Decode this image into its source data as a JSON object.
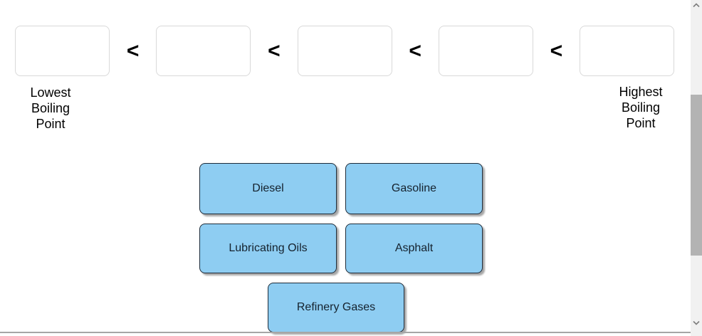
{
  "exercise": {
    "separator": "<",
    "slots": [
      "",
      "",
      "",
      "",
      ""
    ],
    "lowest_label": {
      "lines": [
        "Lowest",
        "Boiling",
        "Point"
      ]
    },
    "highest_label": {
      "lines": [
        "Highest",
        "Boiling",
        "Point"
      ]
    }
  },
  "options": [
    {
      "label": "Diesel"
    },
    {
      "label": "Gasoline"
    },
    {
      "label": "Lubricating Oils"
    },
    {
      "label": "Asphalt"
    },
    {
      "label": "Refinery Gases"
    }
  ],
  "icons": {
    "scroll_up": "chevron-up",
    "scroll_down": "chevron-down"
  },
  "colors": {
    "option_fill": "#8ecdf2",
    "option_border": "#1e2c3a",
    "option_text": "#15222e",
    "slot_border": "#d9d9d9",
    "scrollbar_track": "#f1f1f1",
    "scrollbar_thumb": "#b3b3b3",
    "divider": "#a6a6a6"
  }
}
